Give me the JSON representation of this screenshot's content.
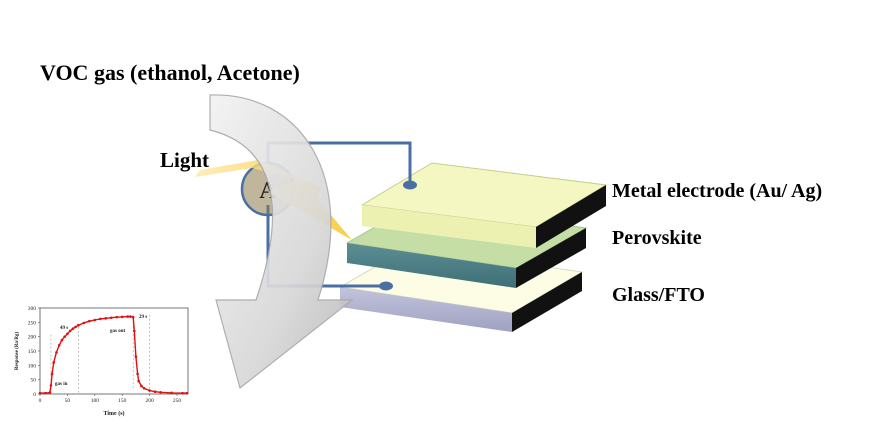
{
  "title": "VOC gas (ethanol, Acetone)",
  "light_label": "Light",
  "ammeter_label": "A",
  "layers": {
    "metal": "Metal electrode (Au/ Ag)",
    "perovskite": "Perovskite",
    "glass": "Glass/FTO"
  },
  "colors": {
    "metal_top": "#f4f7c2",
    "perovskite_top": "#c4dea6",
    "glass_top": "#fdfde6",
    "wire": "#4a6fa5",
    "lightning": "#f7c93a",
    "arrow": "#c8c8c8",
    "response_curve": "#e01010"
  },
  "inset": {
    "xlabel": "Time (s)",
    "ylabel": "Response (Ra/Rg)",
    "x_ticks": [
      "0",
      "50",
      "100",
      "150",
      "200",
      "250"
    ],
    "y_ticks": [
      "0",
      "50",
      "100",
      "150",
      "200",
      "250",
      "300"
    ],
    "annotations": {
      "rise_time": "49 s",
      "fall_time": "29 s",
      "gas_in": "gas in",
      "gas_out": "gas out"
    }
  },
  "chart_data": {
    "type": "line",
    "xlabel": "Time (s)",
    "ylabel": "Response (Ra/Rg)",
    "xlim": [
      0,
      270
    ],
    "ylim": [
      0,
      300
    ],
    "x": [
      0,
      10,
      18,
      20,
      22,
      25,
      30,
      35,
      40,
      45,
      50,
      55,
      60,
      65,
      70,
      80,
      90,
      100,
      110,
      120,
      130,
      140,
      150,
      160,
      165,
      170,
      172,
      175,
      178,
      180,
      185,
      190,
      200,
      210,
      220,
      240,
      260,
      268
    ],
    "y": [
      3,
      3,
      5,
      30,
      70,
      110,
      145,
      170,
      188,
      200,
      210,
      220,
      228,
      234,
      240,
      248,
      254,
      258,
      262,
      264,
      266,
      268,
      269,
      270,
      270,
      268,
      220,
      130,
      70,
      45,
      28,
      20,
      12,
      8,
      6,
      4,
      3,
      3
    ]
  }
}
